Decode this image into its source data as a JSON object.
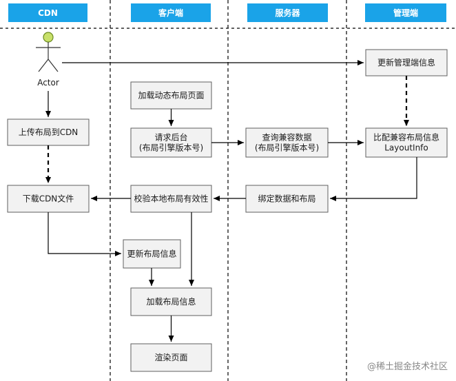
{
  "lanes": [
    {
      "id": "cdn",
      "title": "CDN"
    },
    {
      "id": "client",
      "title": "客户端"
    },
    {
      "id": "server",
      "title": "服务器"
    },
    {
      "id": "admin",
      "title": "管理端"
    }
  ],
  "actor": {
    "label": "Actor"
  },
  "boxes": {
    "admin_update": [
      "更新管理端信息"
    ],
    "client_load_page": [
      "加载动态布局页面"
    ],
    "cdn_upload": [
      "上传布局到CDN"
    ],
    "client_request": [
      "请求后台",
      "(布局引擎版本号)"
    ],
    "server_query": [
      "查询兼容数据",
      "(布局引擎版本号)"
    ],
    "admin_match": [
      "比配兼容布局信息",
      "LayoutInfo"
    ],
    "cdn_download": [
      "下载CDN文件"
    ],
    "client_validate": [
      "校验本地布局有效性"
    ],
    "server_bind": [
      "绑定数据和布局"
    ],
    "client_update": [
      "更新布局信息"
    ],
    "client_load_layout": [
      "加载布局信息"
    ],
    "client_render": [
      "渲染页面"
    ]
  },
  "watermark": "@稀土掘金技术社区"
}
